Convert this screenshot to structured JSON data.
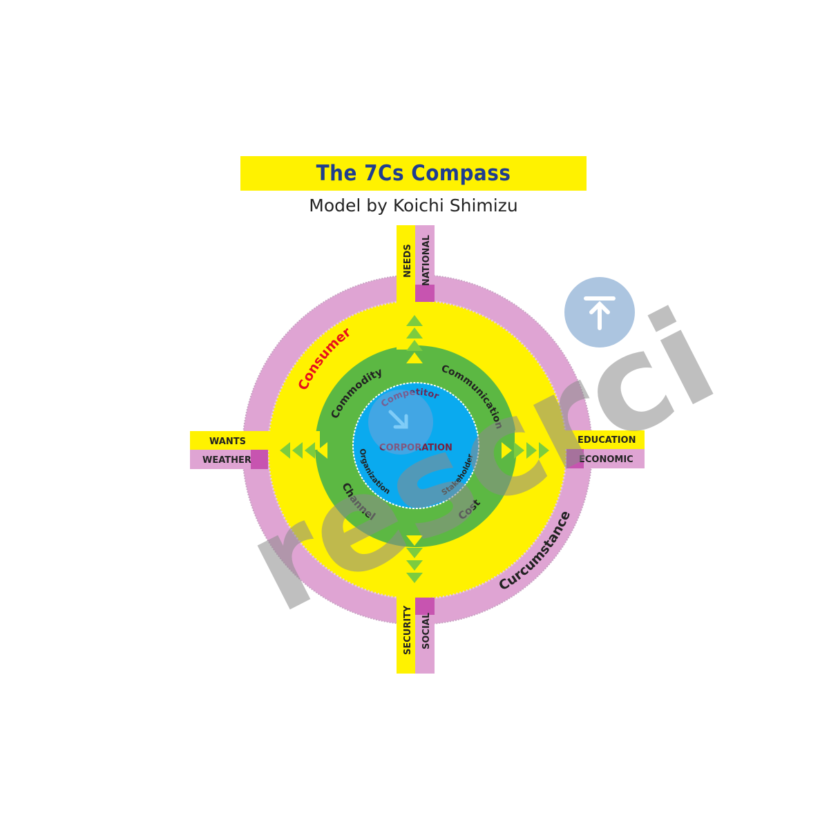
{
  "header": {
    "title": "The 7Cs Compass",
    "subtitle": "Model by Koichi Shimizu"
  },
  "colors": {
    "outer_ring": "#dfa4d3",
    "middle_ring": "#fff200",
    "green_ring": "#5cb843",
    "core": "#0aaaef",
    "magenta": "#c754b0",
    "title_text": "#1f3d8f",
    "arrow": "#7ccc3f",
    "consumer_text": "#e8101c"
  },
  "rings": {
    "consumer": "Consumer",
    "circumstance": "Curcumstance",
    "commodity": "Commodity",
    "communication": "Communication",
    "channel": "Channel",
    "cost": "Cost",
    "competitor": "Competitor",
    "corporation": "CORPORATION",
    "organization": "Organization",
    "stakeholder": "Stakeholder"
  },
  "arms": {
    "top": {
      "inner": "NEEDS",
      "outer": "NATIONAL"
    },
    "bottom": {
      "inner": "SECURITY",
      "outer": "SOCIAL"
    },
    "left": {
      "inner": "WANTS",
      "outer": "WEATHER"
    },
    "right": {
      "inner": "EDUCATION",
      "outer": "ECONOMIC"
    }
  },
  "watermark": {
    "text": "rescrci",
    "icon": "upload-arrow-icon"
  }
}
